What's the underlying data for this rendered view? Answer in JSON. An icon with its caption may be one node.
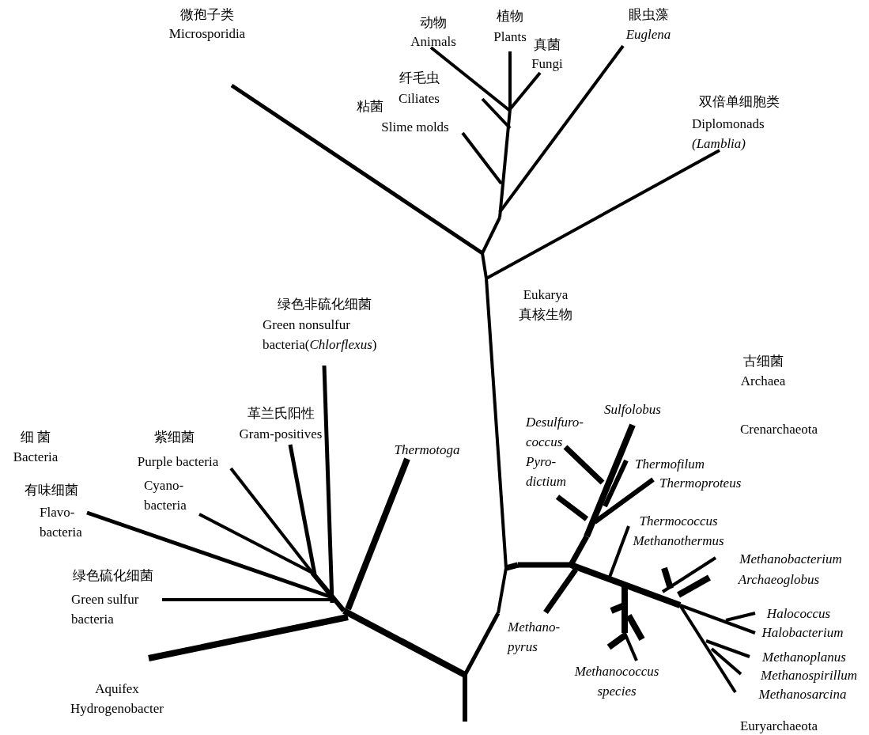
{
  "diagram": {
    "labels": [
      "微孢子类",
      "Microsporidia",
      "动物",
      "Animals",
      "植物",
      "Plants",
      "真菌",
      "Fungi",
      "眼虫藻",
      "Euglena",
      "纤毛虫",
      "Ciliates",
      "粘菌",
      "Slime molds",
      "双倍单细胞类",
      "Diplomonads *(Lamblia)*",
      "Eukarya",
      "真核生物",
      "古细菌",
      "Archaea",
      "绿色非硫化细菌",
      "Green nonsulfur bacteria(*Chlorflexus*)",
      "革兰氏阳性",
      "Gram-positives",
      "细 菌",
      "Bacteria",
      "紫细菌",
      "Purple bacteria",
      "Thermotoga",
      "Desulfuro-coccus",
      "Sulfolobus",
      "Crenarchaeota",
      "有味细菌",
      "Flavo-bacteria",
      "Cyano-bacteria",
      "Pyro-dictium",
      "Thermofilum",
      "Thermoproteus",
      "Thermococcus",
      "Methanothermus",
      "Methanobacterium",
      "绿色硫化细菌",
      "Green sulfur bacteria",
      "Archaeoglobus",
      "Methano-pyrus",
      "Halococcus",
      "Halobacterium",
      "Methanoplanus",
      "Methanococcus species",
      "Methanospirillum",
      "Methanosarcina",
      "Aquifex Hydrogenobacter",
      "Euryarchaeota"
    ]
  }
}
